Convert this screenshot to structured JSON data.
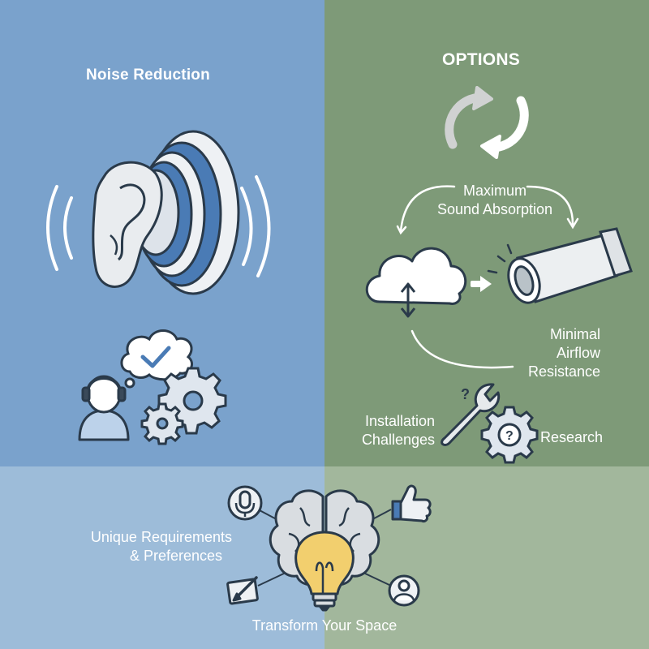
{
  "sections": {
    "noise_reduction": "Noise Reduction",
    "options": "OPTIONS",
    "maximum_line1": "Maximum",
    "maximum_line2": "Sound Absorption",
    "minimal_line1": "Minimal",
    "minimal_line2": "Airflow",
    "minimal_line3": "Resistance",
    "installation_line1": "Installation",
    "installation_line2": "Challenges",
    "research": "Research",
    "unique_line1": "Unique Requirements",
    "unique_line2": "& Preferences",
    "transform": "Transform Your Space"
  },
  "colors": {
    "left_panel": "#7aa2cc",
    "right_panel": "#7e9a78",
    "bottom_left_panel": "#9dbcd9",
    "bottom_right_panel": "#a2b79c",
    "accent_blue": "#4a7bb5",
    "bulb_yellow": "#f2cf6e",
    "text": "#ffffff"
  },
  "icons": [
    "ear-icon",
    "sound-wave-icon",
    "person-headphones-icon",
    "thought-bubble-check-icon",
    "gears-icon",
    "refresh-cycle-icon",
    "cloud-sync-icon",
    "arrow-right-icon",
    "pipe-icon",
    "wrench-question-icon",
    "gear-question-icon",
    "brain-icon",
    "lightbulb-icon",
    "microphone-icon",
    "thumbs-up-icon",
    "user-avatar-icon",
    "drawing-tablet-icon"
  ]
}
